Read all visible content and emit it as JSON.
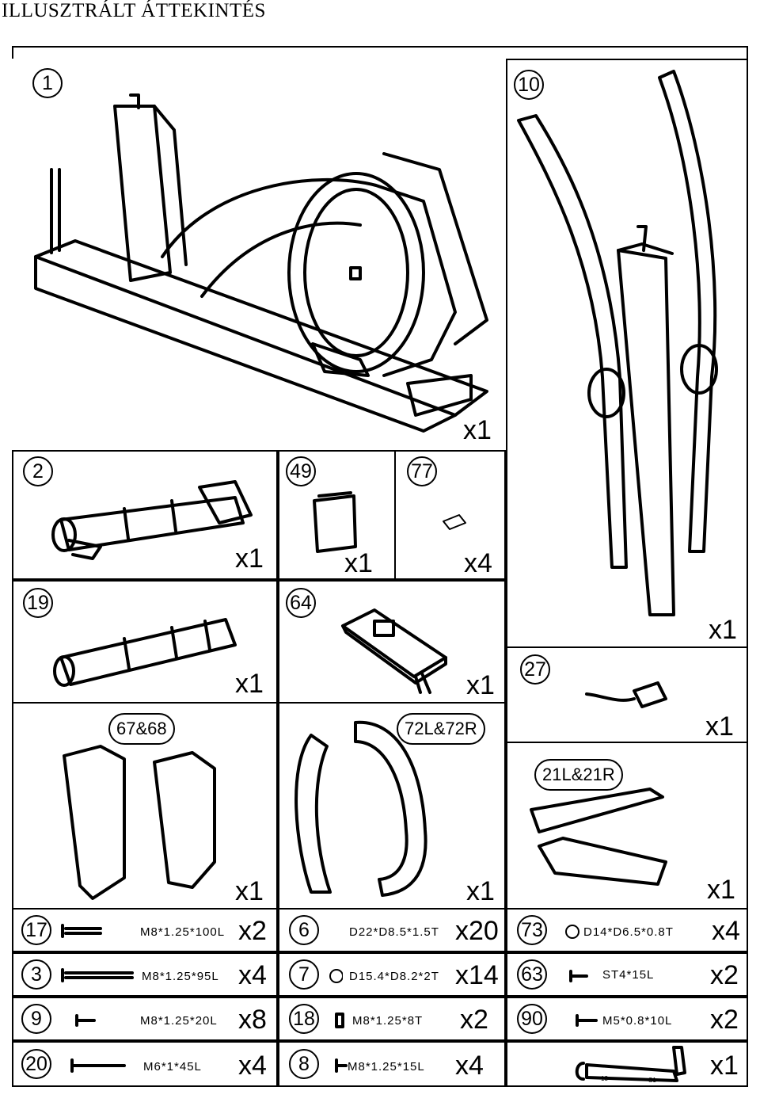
{
  "title": "ILLUSZTRÁLT ÁTTEKINTÉS",
  "parts": {
    "p1": {
      "num": "1",
      "qty": "x1"
    },
    "p10": {
      "num": "10",
      "qty": "x1"
    },
    "p2": {
      "num": "2",
      "qty": "x1"
    },
    "p49": {
      "num": "49",
      "qty": "x1"
    },
    "p77": {
      "num": "77",
      "qty": "x4"
    },
    "p19": {
      "num": "19",
      "qty": "x1"
    },
    "p64": {
      "num": "64",
      "qty": "x1"
    },
    "p27": {
      "num": "27",
      "qty": "x1"
    },
    "p67": {
      "label": "67&68",
      "qty": "x1"
    },
    "p72": {
      "label": "72L&72R",
      "qty": "x1"
    },
    "p21": {
      "label": "21L&21R",
      "qty": "x1"
    }
  },
  "hardware": [
    {
      "num": "17",
      "spec": "M8*1.25*100L",
      "qty": "x2"
    },
    {
      "num": "6",
      "spec": "D22*D8.5*1.5T",
      "qty": "x20"
    },
    {
      "num": "73",
      "spec": "D14*D6.5*0.8T",
      "qty": "x4"
    },
    {
      "num": "3",
      "spec": "M8*1.25*95L",
      "qty": "x4"
    },
    {
      "num": "7",
      "spec": "D15.4*D8.2*2T",
      "qty": "x14"
    },
    {
      "num": "63",
      "spec": "ST4*15L",
      "qty": "x2"
    },
    {
      "num": "9",
      "spec": "M8*1.25*20L",
      "qty": "x8"
    },
    {
      "num": "18",
      "spec": "M8*1.25*8T",
      "qty": "x2"
    },
    {
      "num": "90",
      "spec": "M5*0.8*10L",
      "qty": "x2"
    },
    {
      "num": "20",
      "spec": "M6*1*45L",
      "qty": "x4"
    },
    {
      "num": "8",
      "spec": "M8*1.25*15L",
      "qty": "x4"
    },
    {
      "wrench_sizes": [
        "13",
        "S1"
      ],
      "qty": "x1"
    }
  ]
}
